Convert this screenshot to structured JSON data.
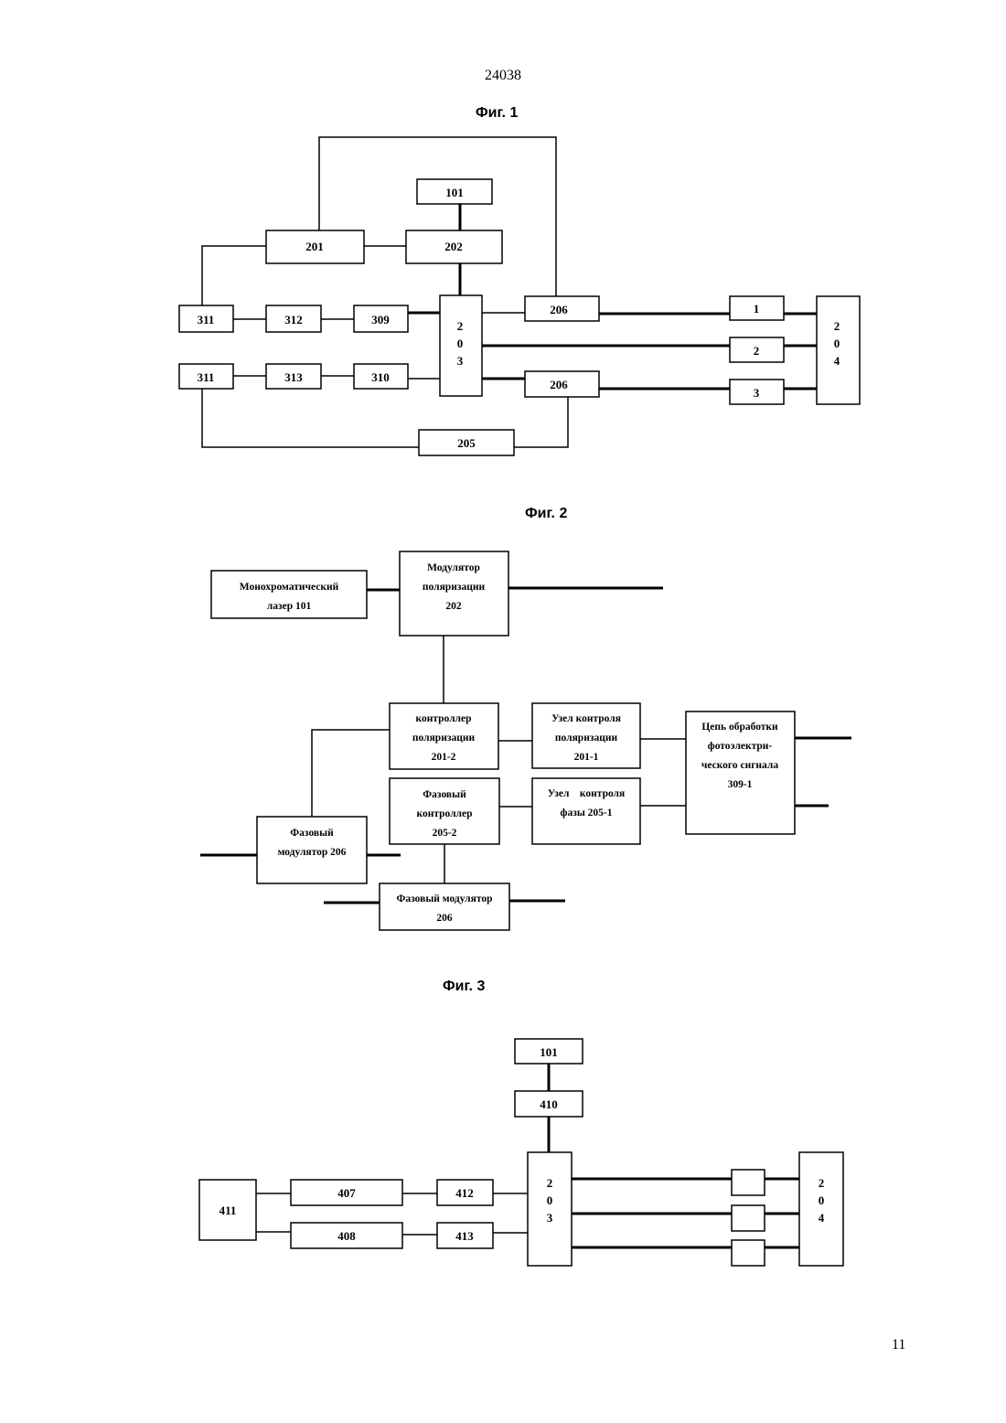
{
  "page": {
    "number_top": "24038",
    "number_bottom": "11"
  },
  "fig1": {
    "title": "Фиг. 1",
    "blocks": {
      "b101": "101",
      "b201": "201",
      "b202": "202",
      "b311a": "311",
      "b312": "312",
      "b309": "309",
      "b311b": "311",
      "b313": "313",
      "b310": "310",
      "b203": [
        "2",
        "0",
        "3"
      ],
      "b206a": "206",
      "b206b": "206",
      "b205": "205",
      "b1": "1",
      "b2": "2",
      "b3": "3",
      "b204": [
        "2",
        "0",
        "4"
      ]
    }
  },
  "fig2": {
    "title": "Фиг. 2",
    "blocks": {
      "laser": [
        "Монохроматический",
        "лазер 101"
      ],
      "pol_mod": [
        "Модулятор",
        "поляризации",
        "202"
      ],
      "pol_ctrl": [
        "контроллер",
        "поляризации",
        "201-2"
      ],
      "pol_node": [
        "Узел контроля",
        "поляризации",
        "201-1"
      ],
      "circuit": [
        "Цепь обработки",
        "фотоэлектри-",
        "ческого сигнала",
        "309-1"
      ],
      "phase_ctrl": [
        "Фазовый",
        "контроллер",
        "205-2"
      ],
      "phase_node": [
        "Узел    контроля",
        "фазы 205-1"
      ],
      "phase_mod_left": [
        "Фазовый",
        "модулятор 206"
      ],
      "phase_mod_bottom": [
        "Фазовый модулятор",
        "206"
      ]
    }
  },
  "fig3": {
    "title": "Фиг. 3",
    "blocks": {
      "b101": "101",
      "b410": "410",
      "b411": "411",
      "b407": "407",
      "b408": "408",
      "b412": "412",
      "b413": "413",
      "b203": [
        "2",
        "0",
        "3"
      ],
      "b204": [
        "2",
        "0",
        "4"
      ]
    }
  }
}
